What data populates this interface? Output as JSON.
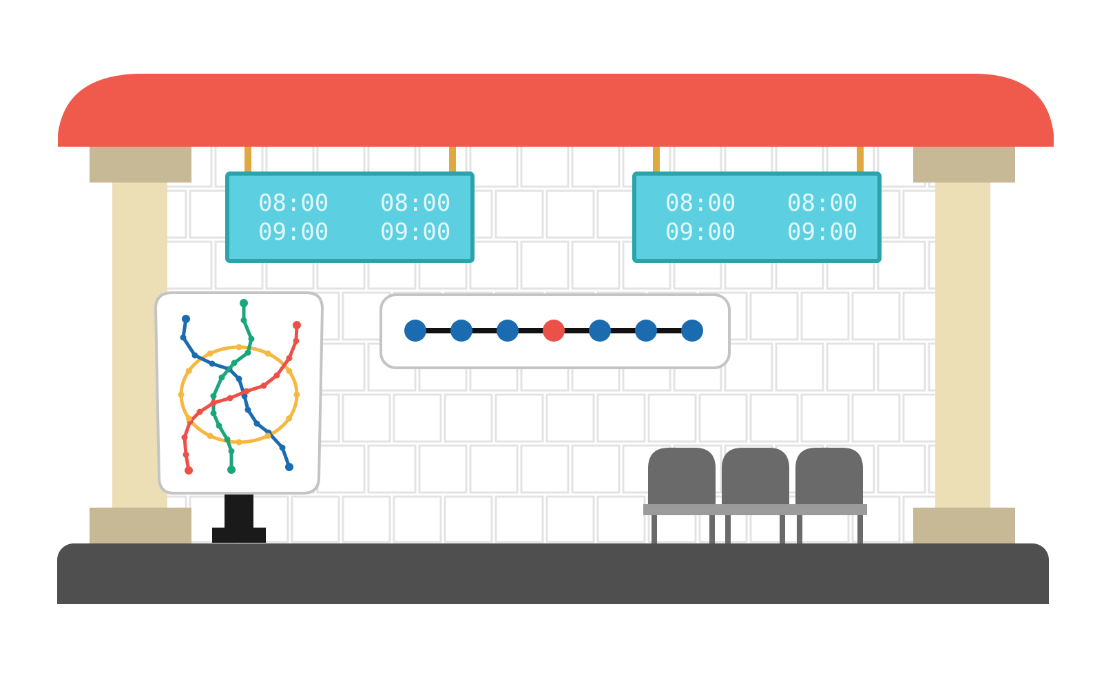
{
  "scene": {
    "colors": {
      "background": "#ffffff",
      "roof": "#ef5a4d",
      "pillar": "#ecdfb6",
      "pillar_cap": "#c7b995",
      "wall": "#ffffff",
      "brick_line": "#e3e3e3",
      "board_fill": "#5ccfe0",
      "board_border": "#2aa3ad",
      "hanger": "#e0a93f",
      "digit": "#e4f8fb",
      "platform": "#4f4f4f",
      "stand": "#1a1a1a",
      "seat": "#6a6a6a",
      "bench_rail": "#9b9b9b",
      "line_stop_blue": "#1a6bb0",
      "line_stop_current": "#ec5149",
      "line_track": "#111111",
      "frame": "#c4c4c4"
    },
    "departure_boards": [
      {
        "rows": [
          {
            "left": "08:00",
            "right": "08:00"
          },
          {
            "left": "09:00",
            "right": "09:00"
          }
        ]
      },
      {
        "rows": [
          {
            "left": "08:00",
            "right": "08:00"
          },
          {
            "left": "09:00",
            "right": "09:00"
          }
        ]
      }
    ],
    "line_indicator": {
      "stops": 7,
      "current_stop_index": 4
    },
    "metro_map": {
      "line_colors": [
        "#1a6bb0",
        "#1aa57a",
        "#ec5149",
        "#f5b942"
      ]
    },
    "bench": {
      "seats": 3
    },
    "icons": [
      "metro-map-icon",
      "line-indicator-icon",
      "bench-icon",
      "departure-board-icon"
    ]
  }
}
